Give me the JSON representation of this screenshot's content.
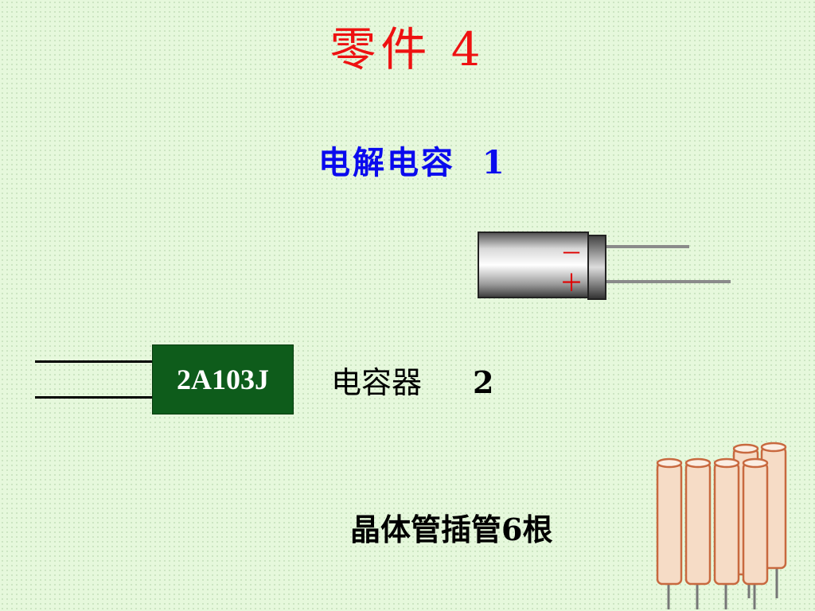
{
  "slide": {
    "title": "零件 4",
    "components": [
      {
        "id": "electrolytic-capacitor",
        "label": "电解电容  1",
        "polarity_marks": [
          "－",
          "＋"
        ]
      },
      {
        "id": "capacitor",
        "label": "电容器",
        "count": "2",
        "marking": "2A103J"
      },
      {
        "id": "transistor-socket-tubes",
        "label": "晶体管插管6根"
      }
    ]
  },
  "colors": {
    "background": "#e6f8dc",
    "title": "#ee1111",
    "capacitor1_label": "#0a0aee",
    "capacitor2_body": "#0e5c1b",
    "tube_fill": "#f6dcc6",
    "tube_stroke": "#c8693f"
  }
}
